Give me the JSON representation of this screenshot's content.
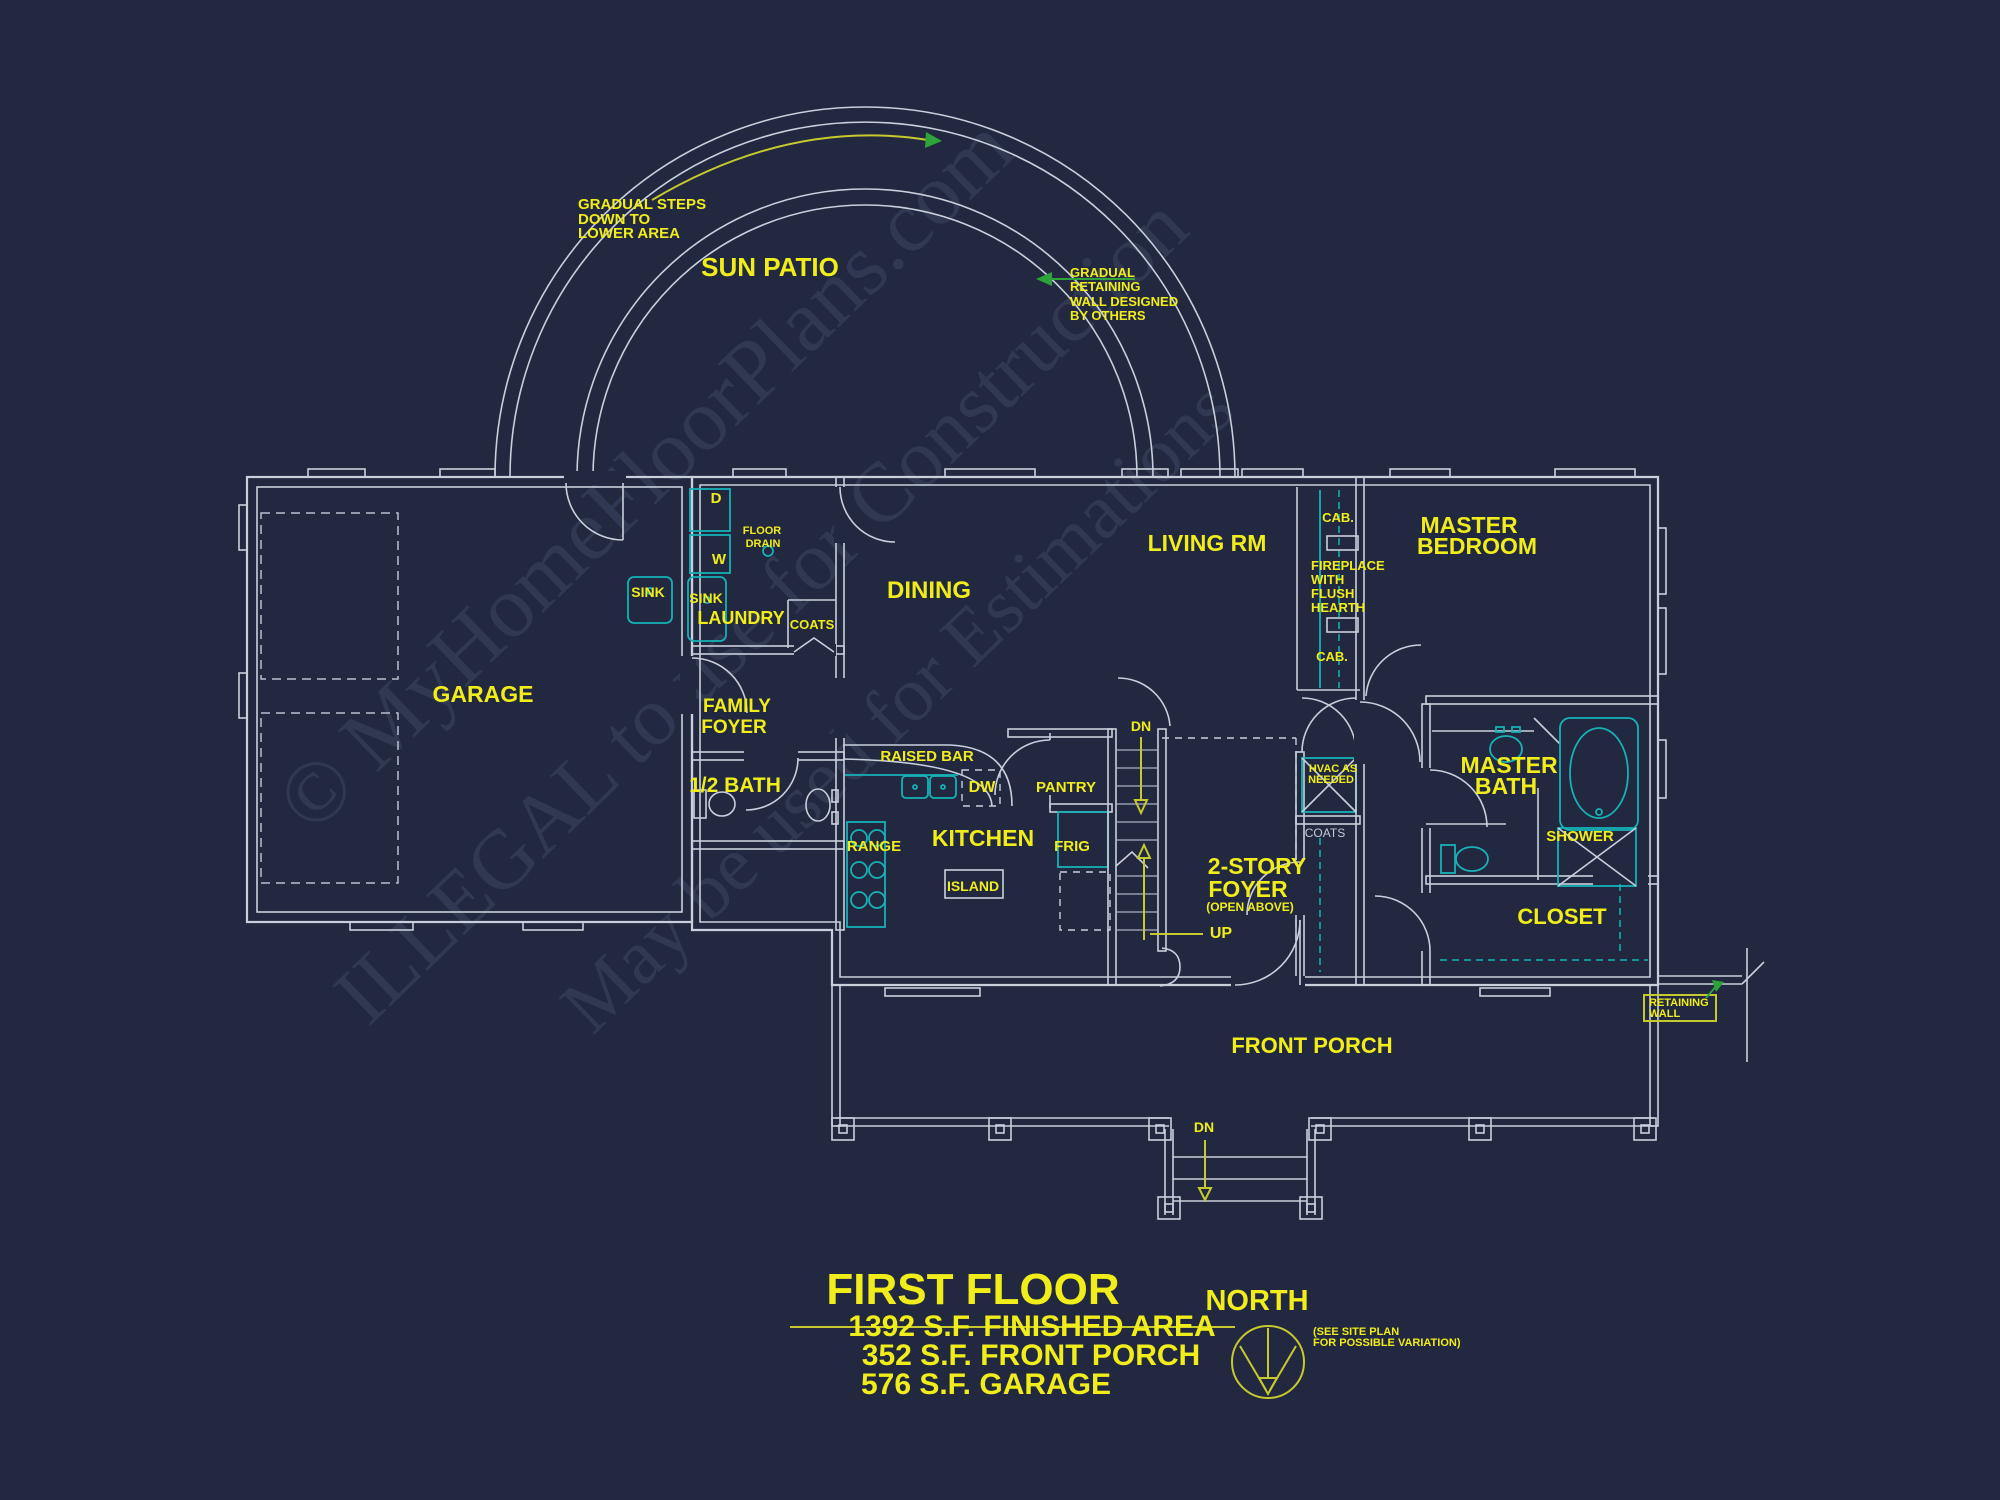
{
  "theme": {
    "background": "#222840",
    "wall_color": "#c9cfdb",
    "fixture_color": "#16b2b6",
    "label_color": "#f0ed1a",
    "accent_olive": "#c6ca2e",
    "arrow_green": "#2fa23c",
    "muted_text": "#c4cad8"
  },
  "watermark": {
    "line1": "© MyHomeFloorPlans.com",
    "line2": "ILLEGAL to use for Construction",
    "line3": "May be used for Estimations"
  },
  "rooms": {
    "garage": "GARAGE",
    "sun_patio": "SUN PATIO",
    "dining": "DINING",
    "living": "LIVING RM",
    "master_bedroom_l1": "MASTER",
    "master_bedroom_l2": "BEDROOM",
    "laundry": "LAUNDRY",
    "family_foyer_l1": "FAMILY",
    "family_foyer_l2": "FOYER",
    "half_bath": "1/2 BATH",
    "kitchen": "KITCHEN",
    "pantry": "PANTRY",
    "foyer_l1": "2-STORY",
    "foyer_l2": "FOYER",
    "foyer_l3": "(OPEN ABOVE)",
    "master_bath_l1": "MASTER",
    "master_bath_l2": "BATH",
    "shower": "SHOWER",
    "closet": "CLOSET",
    "front_porch": "FRONT PORCH"
  },
  "fixtures": {
    "sink_garage": "SINK",
    "sink_laundry": "SINK",
    "dryer": "D",
    "washer": "W",
    "floor_drain_l1": "FLOOR",
    "floor_drain_l2": "DRAIN",
    "coats_laundry": "COATS",
    "coats_foyer": "COATS",
    "raised_bar": "RAISED BAR",
    "dw": "DW",
    "range": "RANGE",
    "frig": "FRIG",
    "island": "ISLAND",
    "hvac_l1": "HVAC AS",
    "hvac_l2": "NEEDED",
    "cab_top": "CAB.",
    "cab_bottom": "CAB.",
    "fireplace_l1": "FIREPLACE",
    "fireplace_l2": "WITH",
    "fireplace_l3": "FLUSH",
    "fireplace_l4": "HEARTH"
  },
  "notes": {
    "gradual_steps_l1": "GRADUAL STEPS",
    "gradual_steps_l2": "DOWN TO",
    "gradual_steps_l3": "LOWER AREA",
    "retaining_note_l1": "GRADUAL",
    "retaining_note_l2": "RETAINING",
    "retaining_note_l3": "WALL DESIGNED",
    "retaining_note_l4": "BY OTHERS",
    "retaining_wall_l1": "RETAINING",
    "retaining_wall_l2": "WALL",
    "dn_stairs": "DN",
    "up_stairs": "UP",
    "dn_porch": "DN"
  },
  "title": {
    "heading": "FIRST FLOOR",
    "line1": "1392 S.F. FINISHED AREA",
    "line2": "352 S.F. FRONT PORCH",
    "line3": "576 S.F. GARAGE",
    "north": "NORTH",
    "site_note_l1": "(SEE SITE PLAN",
    "site_note_l2": "FOR POSSIBLE VARIATION)"
  }
}
